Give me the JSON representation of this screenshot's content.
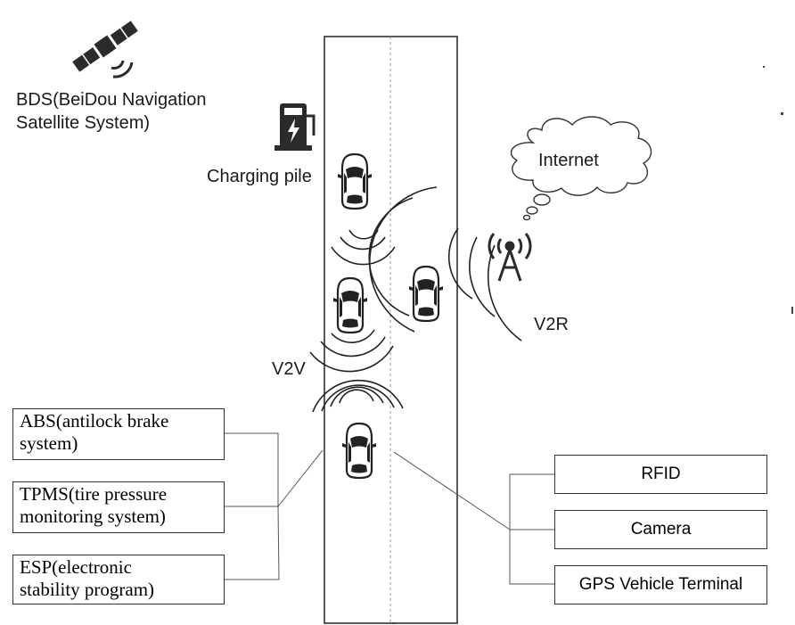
{
  "satellite": {
    "label_line1": "BDS(BeiDou Navigation",
    "label_line2": "Satellite System)",
    "icon": "satellite-icon"
  },
  "charging": {
    "label": "Charging pile",
    "icon": "charging-station-icon"
  },
  "internet": {
    "label": "Internet",
    "icon": "cloud-icon"
  },
  "tower": {
    "icon": "antenna-tower-icon"
  },
  "links": {
    "v2v": "V2V",
    "v2r": "V2R"
  },
  "vehicle_systems": [
    {
      "line1": "ABS(antilock brake",
      "line2": "system)"
    },
    {
      "line1": "TPMS(tire pressure",
      "line2": "monitoring system)"
    },
    {
      "line1": "ESP(electronic",
      "line2": "stability program)"
    }
  ],
  "sensors": [
    {
      "label": "RFID"
    },
    {
      "label": "Camera"
    },
    {
      "label": "GPS Vehicle Terminal"
    }
  ],
  "colors": {
    "ink": "#1a1a1a",
    "icon": "#2b2b2b",
    "line": "#555555",
    "lane_divider": "#999999"
  }
}
